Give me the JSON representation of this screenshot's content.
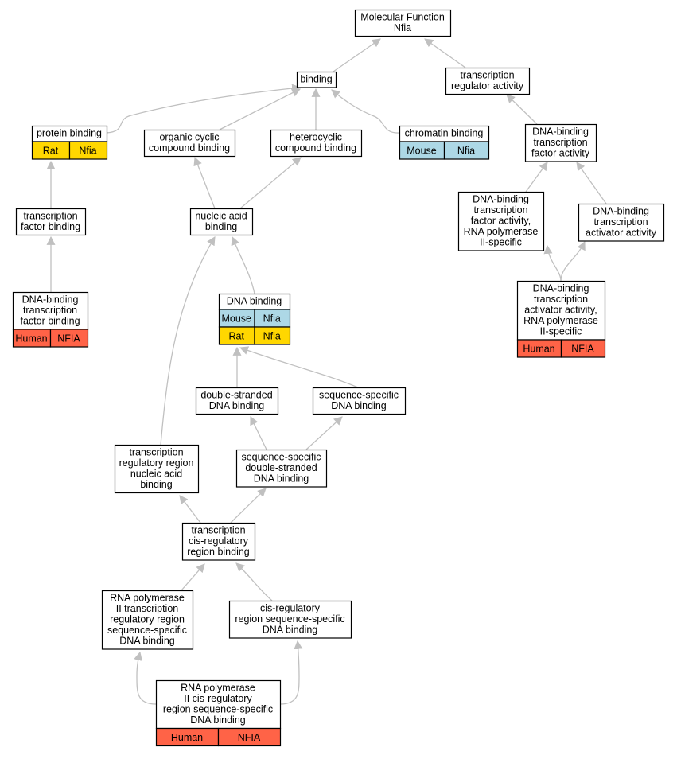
{
  "colors": {
    "edge": "#c0c0c0",
    "node_border": "#000000",
    "node_fill": "#ffffff",
    "Human": "#ff6347",
    "Mouse": "#add8e6",
    "Rat": "#ffd700"
  },
  "nodes": [
    {
      "id": "molecular_function",
      "lines": [
        "Molecular Function",
        "Nfia"
      ],
      "tags": []
    },
    {
      "id": "binding",
      "lines": [
        "binding"
      ],
      "tags": []
    },
    {
      "id": "transcription_regulator_activity",
      "lines": [
        "transcription",
        "regulator activity"
      ],
      "tags": []
    },
    {
      "id": "protein_binding",
      "lines": [
        "protein binding"
      ],
      "tags": [
        [
          "Rat",
          "Nfia"
        ]
      ]
    },
    {
      "id": "organic_cyclic_compound_binding",
      "lines": [
        "organic cyclic",
        "compound binding"
      ],
      "tags": []
    },
    {
      "id": "heterocyclic_compound_binding",
      "lines": [
        "heterocyclic",
        "compound binding"
      ],
      "tags": []
    },
    {
      "id": "chromatin_binding",
      "lines": [
        "chromatin binding"
      ],
      "tags": [
        [
          "Mouse",
          "Nfia"
        ]
      ]
    },
    {
      "id": "dna_binding_tf_activity",
      "lines": [
        "DNA-binding",
        "transcription",
        "factor activity"
      ],
      "tags": []
    },
    {
      "id": "transcription_factor_binding",
      "lines": [
        "transcription",
        "factor binding"
      ],
      "tags": []
    },
    {
      "id": "nucleic_acid_binding",
      "lines": [
        "nucleic acid",
        "binding"
      ],
      "tags": []
    },
    {
      "id": "dna_binding_tf_activity_rnap2",
      "lines": [
        "DNA-binding",
        "transcription",
        "factor activity,",
        "RNA polymerase",
        "II-specific"
      ],
      "tags": []
    },
    {
      "id": "dna_binding_tf_activator_activity",
      "lines": [
        "DNA-binding",
        "transcription",
        "activator activity"
      ],
      "tags": []
    },
    {
      "id": "dna_binding_tf_binding",
      "lines": [
        "DNA-binding",
        "transcription",
        "factor binding"
      ],
      "tags": [
        [
          "Human",
          "NFIA"
        ]
      ]
    },
    {
      "id": "dna_binding",
      "lines": [
        "DNA binding"
      ],
      "tags": [
        [
          "Mouse",
          "Nfia"
        ],
        [
          "Rat",
          "Nfia"
        ]
      ]
    },
    {
      "id": "dna_binding_tf_activator_activity_rnap2",
      "lines": [
        "DNA-binding",
        "transcription",
        "activator activity,",
        "RNA polymerase",
        "II-specific"
      ],
      "tags": [
        [
          "Human",
          "NFIA"
        ]
      ]
    },
    {
      "id": "double_stranded_dna_binding",
      "lines": [
        "double-stranded",
        "DNA binding"
      ],
      "tags": []
    },
    {
      "id": "sequence_specific_dna_binding",
      "lines": [
        "sequence-specific",
        "DNA binding"
      ],
      "tags": []
    },
    {
      "id": "transcription_regulatory_region_na_binding",
      "lines": [
        "transcription",
        "regulatory region",
        "nucleic acid",
        "binding"
      ],
      "tags": []
    },
    {
      "id": "ss_ds_dna_binding",
      "lines": [
        "sequence-specific",
        "double-stranded",
        "DNA binding"
      ],
      "tags": []
    },
    {
      "id": "transcription_cis_regulatory_region_binding",
      "lines": [
        "transcription",
        "cis-regulatory",
        "region binding"
      ],
      "tags": []
    },
    {
      "id": "rnap2_transcription_regulatory_region_ss_dna_binding",
      "lines": [
        "RNA polymerase",
        "II transcription",
        "regulatory region",
        "sequence-specific",
        "DNA binding"
      ],
      "tags": []
    },
    {
      "id": "cis_regulatory_region_ss_dna_binding",
      "lines": [
        "cis-regulatory",
        "region sequence-specific",
        "DNA binding"
      ],
      "tags": []
    },
    {
      "id": "rnap2_cis_regulatory_region_ss_dna_binding",
      "lines": [
        "RNA polymerase",
        "II cis-regulatory",
        "region sequence-specific",
        "DNA binding"
      ],
      "tags": [
        [
          "Human",
          "NFIA"
        ]
      ]
    }
  ]
}
